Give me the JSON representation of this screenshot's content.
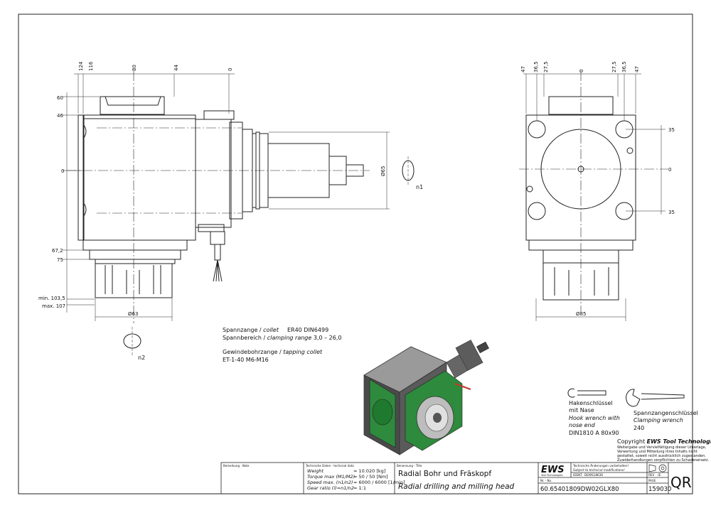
{
  "left_view": {
    "top_dims": [
      "124",
      "116",
      "80",
      "44",
      "0"
    ],
    "side_dims": [
      "60",
      "46",
      "0",
      "67,2",
      "75"
    ],
    "min_label": "min. 103,5",
    "max_label": "max. 107",
    "dia_bottom": "Ø63",
    "dia_right": "Ø65",
    "rot1": "n1",
    "rot2": "n2"
  },
  "right_view": {
    "top_dims": [
      "47",
      "36,5",
      "27,5",
      "0",
      "27,5",
      "36,5",
      "47"
    ],
    "side_dims": [
      "35",
      "0",
      "35"
    ],
    "dia_bottom": "Ø85"
  },
  "notes": {
    "collet_line1a": "Spannzange / ",
    "collet_line1b": "collet",
    "collet_line1c": "ER40    DIN6499",
    "collet_line2a": "Spannbereich / ",
    "collet_line2b": "clamping range",
    "collet_line2c": " 3,0 – 26,0",
    "tap_line1a": "Gewindebohrzange / ",
    "tap_line1b": "tapping collet",
    "tap_line2": "ET-1-40   M6-M16"
  },
  "tools": {
    "hook_de1": "Hakenschlüssel",
    "hook_de2": "mit Nase",
    "hook_en1": "Hook wrench with",
    "hook_en2": "nose end",
    "hook_std": "DIN1810  A  80x90",
    "clamp_de": "Spannzangenschlüssel",
    "clamp_en": "Clamping wrench",
    "clamp_size": "240"
  },
  "copyright": {
    "title_a": "Copyright ",
    "title_b": "EWS Tool Technologies",
    "l1": "Weitergabe und Vervielfältigung dieser Unterlage,",
    "l2": "Verwertung und Mitteilung ihres Inhalts nicht",
    "l3": "gestattet, soweit nicht ausdrücklich zugestanden.",
    "l4": "Zuwiderhandlungen verpflichten zu Schadenersatz."
  },
  "title_block": {
    "remark_label": "Bemerkung - Note",
    "tech_label": "Technische Daten - technical data",
    "tech": [
      {
        "k": "Weight",
        "v": "= 10.020 [kg]"
      },
      {
        "k": "Torque max (M1/M2)",
        "v": "= 50 / 50 [Nm]"
      },
      {
        "k": "Speed max. (n1/n2)",
        "v": "= 6000 / 6000 [1/min]"
      },
      {
        "k": "Gear ratio (i)=n1/n2",
        "v": "= 1:1"
      }
    ],
    "name_label": "Benennung - Title",
    "name_de": "Radial Bohr und Fräskopf",
    "name_en": "Radial drilling and milling head",
    "logo": "EWS",
    "logo_sub": "Tool Technologies",
    "change_note1": "Technische Änderungen vorbehalten!",
    "change_note2": "Subject to technical modifications!",
    "ident_label": "IDENT",
    "ident": "DEWS18636",
    "rev_label": "REV",
    "rev": "-/E",
    "no_label": "Nr. - No.",
    "part_no": "60.65401809DW02GLX80",
    "page_label": "PAGE",
    "page_no": "159030",
    "qr": "QR"
  }
}
